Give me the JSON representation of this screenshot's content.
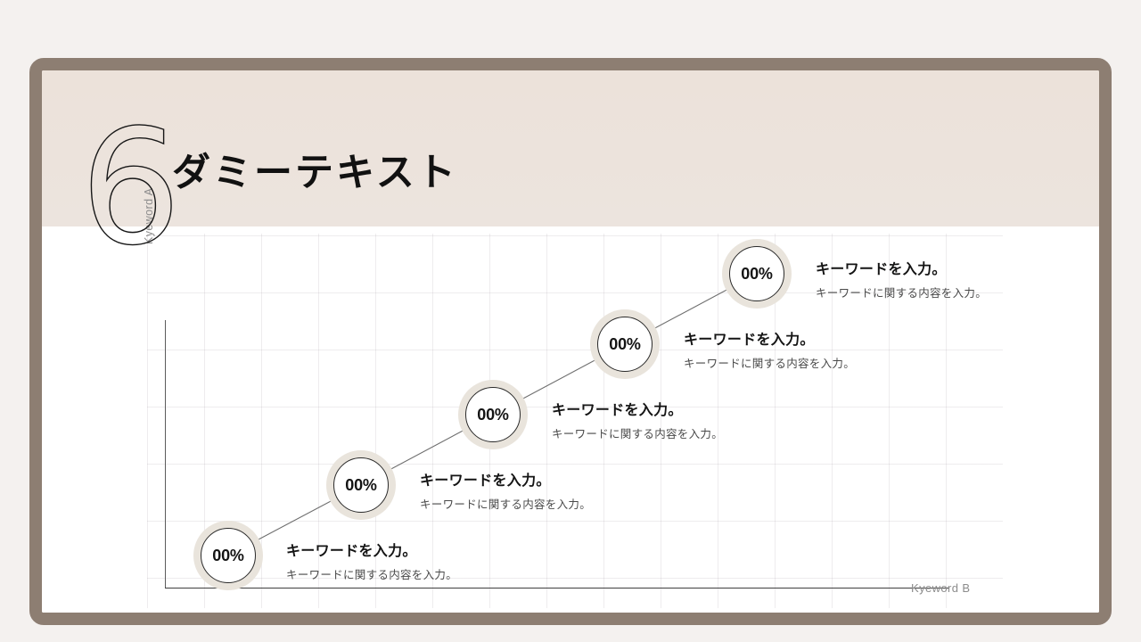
{
  "slide": {
    "number": "6",
    "title": "ダミーテキスト",
    "frame_color": "#8d7e72",
    "header_color": "#ece3dc",
    "page_background": "#f4f1ef"
  },
  "chart_data": {
    "type": "scatter",
    "title": "ダミーテキスト",
    "xlabel": "Kyeword B",
    "ylabel": "Kyeword A",
    "grid": true,
    "legend_position": "none",
    "point_labels": [
      "00%",
      "00%",
      "00%",
      "00%",
      "00%"
    ],
    "x": [
      1,
      2,
      3,
      4,
      5
    ],
    "y": [
      1,
      2,
      3,
      4,
      5
    ],
    "series": [
      {
        "name": "keyword-progression",
        "values": [
          0,
          0,
          0,
          0,
          0
        ]
      }
    ],
    "annotations": [
      {
        "heading": "キーワードを入力。",
        "description": "キーワードに関する内容を入力。"
      },
      {
        "heading": "キーワードを入力。",
        "description": "キーワードに関する内容を入力。"
      },
      {
        "heading": "キーワードを入力。",
        "description": "キーワードに関する内容を入力。"
      },
      {
        "heading": "キーワードを入力。",
        "description": "キーワードに関する内容を入力。"
      },
      {
        "heading": "キーワードを入力。",
        "description": "キーワードに関する内容を入力。"
      }
    ]
  },
  "nodes": [
    {
      "value": "00%",
      "heading": "キーワードを入力。",
      "description": "キーワードに関する内容を入力。"
    },
    {
      "value": "00%",
      "heading": "キーワードを入力。",
      "description": "キーワードに関する内容を入力。"
    },
    {
      "value": "00%",
      "heading": "キーワードを入力。",
      "description": "キーワードに関する内容を入力。"
    },
    {
      "value": "00%",
      "heading": "キーワードを入力。",
      "description": "キーワードに関する内容を入力。"
    },
    {
      "value": "00%",
      "heading": "キーワードを入力。",
      "description": "キーワードに関する内容を入力。"
    }
  ],
  "axes": {
    "y_label": "Kyeword A",
    "x_label": "Kyeword B"
  }
}
